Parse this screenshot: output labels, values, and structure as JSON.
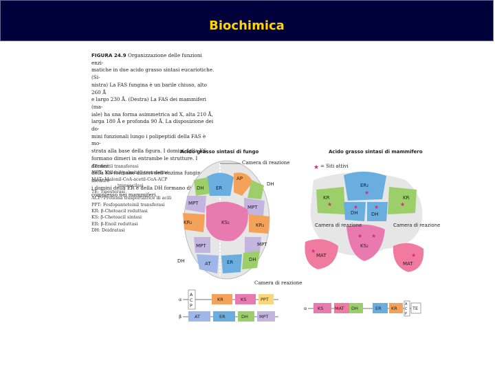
{
  "slide": {
    "title": "Biochimica"
  },
  "caption": {
    "figure_label": "FIGURA 24.9",
    "lines": [
      "Organizzazione delle funzioni enzi-",
      "matiche in due acido grasso sintasi eucariotiche. (Si-",
      "nistra) La FAS fungina è un barile chiuso, alto 260 Å",
      "e largo 230 Å. (Destra) La FAS dei mammiferi (ma-",
      "iale) ha una forma asimmetrica ad X, alta 210 Å,",
      "larga 180 Å e profonda 90 Å. La disposizione dei do-",
      "mini funzionali lungo i polipeptidi della FAS è mo-",
      "strata alla base della figura. I domini della KS",
      "formano dimeri in entrambe le strutture. I domini",
      "della KS formano dimeri nell'enzima fungino, mentre",
      "i domini della ER e della DH formano dimeri nel",
      "complesso nei mammiferi."
    ]
  },
  "legend": [
    "AT: Acetil transferasi",
    "MPT: Malonil/palmitoil transferasi",
    "MAT: Malonil-CoA-acetil-CoA-ACP",
    "transacilasi",
    "TE: Tioesterasi",
    "ACP: Proteina trasportatrice di acili",
    "PPT: Fosfopanteteinil transferasi",
    "KR: β-Chetoacil reduttasi",
    "KS: β-Chetoacil sintasi",
    "ER: β-Enoil reduttasi",
    "DH: Deidratasi"
  ],
  "fungal": {
    "title": "Acido grasso sintasi di fungo",
    "chamber_label": "Camera di reazione",
    "domains": [
      "AP",
      "ER",
      "DH",
      "DH",
      "MPT",
      "MPT",
      "KS₂",
      "KR₂",
      "KR₂",
      "MPT",
      "MPT",
      "DH",
      "AT",
      "ER",
      "DH"
    ]
  },
  "mammal": {
    "title": "Acido grasso sintasi di mammifero",
    "active_sites": "= Siti attivi",
    "chamber_left": "Camera\ndi reazione",
    "chamber_right": "Camera\ndi reazione",
    "domains": [
      "ER₂",
      "KR",
      "KR",
      "DH",
      "DH",
      "KS₂",
      "MAT",
      "MAT"
    ]
  },
  "bottom": {
    "chamber_label": "Camera di reazione",
    "alpha_label": "α",
    "beta_label": "β",
    "alpha_track": [
      "A",
      "C",
      "P",
      "KR",
      "KS",
      "PPT"
    ],
    "beta_track": [
      "AT",
      "ER",
      "DH",
      "MPT"
    ],
    "mammal_alpha_label": "α",
    "mammal_track": [
      "KS",
      "MAT",
      "DH",
      "ER",
      "KR",
      "A",
      "C",
      "P",
      "TE"
    ]
  },
  "colors": {
    "title_bg": "#00003a",
    "title_text": "#ffd400",
    "KS": "#e87ab0",
    "KR": "#f4a259",
    "ER": "#6aaee0",
    "DH": "#9ccf6a",
    "MPT": "#c3b4e0",
    "AT": "#9fb6e8",
    "MAT": "#f17aa0"
  }
}
